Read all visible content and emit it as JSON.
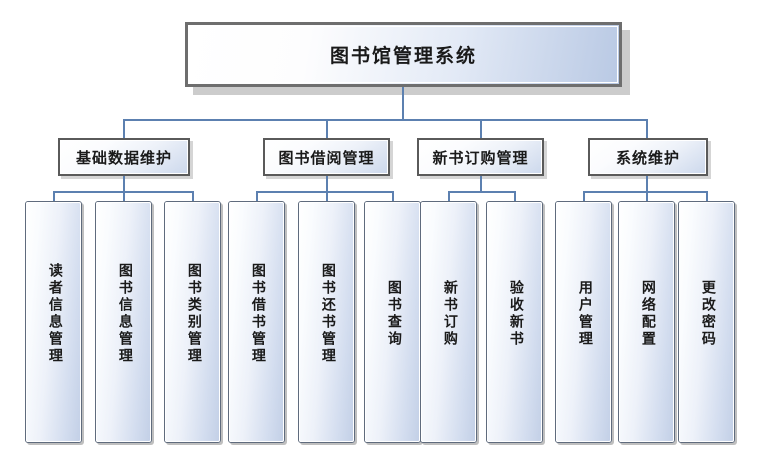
{
  "diagram": {
    "title": "图书馆管理系统",
    "type": "organization-chart",
    "colors": {
      "connector": "#5c80b0",
      "root_border": "#6e6e6e",
      "level2_border": "#5a5a5a",
      "leaf_border": "#5f6b7d",
      "gradient_start": "#ffffff",
      "gradient_end": "#b9c9e4",
      "shadow": "#cccccc"
    },
    "root": {
      "label": "图书馆管理系统"
    },
    "groups": [
      {
        "label": "基础数据维护",
        "children": [
          {
            "label": "读者信息管理"
          },
          {
            "label": "图书信息管理"
          },
          {
            "label": "图书类别管理"
          }
        ]
      },
      {
        "label": "图书借阅管理",
        "children": [
          {
            "label": "图书借书管理"
          },
          {
            "label": "图书还书管理"
          },
          {
            "label": "图书查询"
          }
        ]
      },
      {
        "label": "新书订购管理",
        "children": [
          {
            "label": "新书订购"
          },
          {
            "label": "验收新书"
          }
        ]
      },
      {
        "label": "系统维护",
        "children": [
          {
            "label": "用户管理"
          },
          {
            "label": "网络配置"
          },
          {
            "label": "更改密码"
          }
        ]
      }
    ]
  }
}
